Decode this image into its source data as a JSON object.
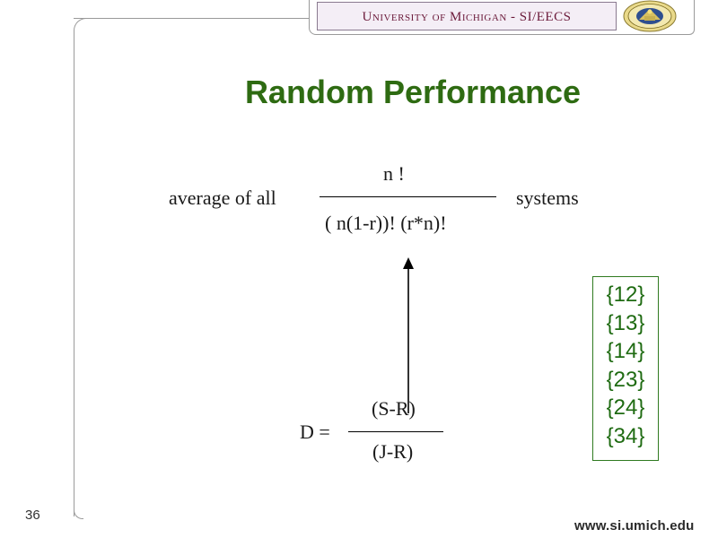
{
  "header": {
    "institution": "University of Michigan - SI/EECS"
  },
  "slide": {
    "title": "Random Performance",
    "formula": {
      "prefix": "average of all",
      "numerator": "n !",
      "denominator": "( n(1-r))! (r*n)!",
      "suffix": "systems"
    },
    "d_formula": {
      "lhs": "D =",
      "numerator": "(S-R)",
      "denominator": "(J-R)"
    },
    "combinations": [
      "{12}",
      "{13}",
      "{14}",
      "{23}",
      "{24}",
      "{34}"
    ],
    "colors": {
      "title": "#2e6b12",
      "combinations": "#1f6b12",
      "header_text": "#6b1a3a"
    }
  },
  "footer": {
    "page_number": "36",
    "url": "www.si.umich.edu"
  }
}
